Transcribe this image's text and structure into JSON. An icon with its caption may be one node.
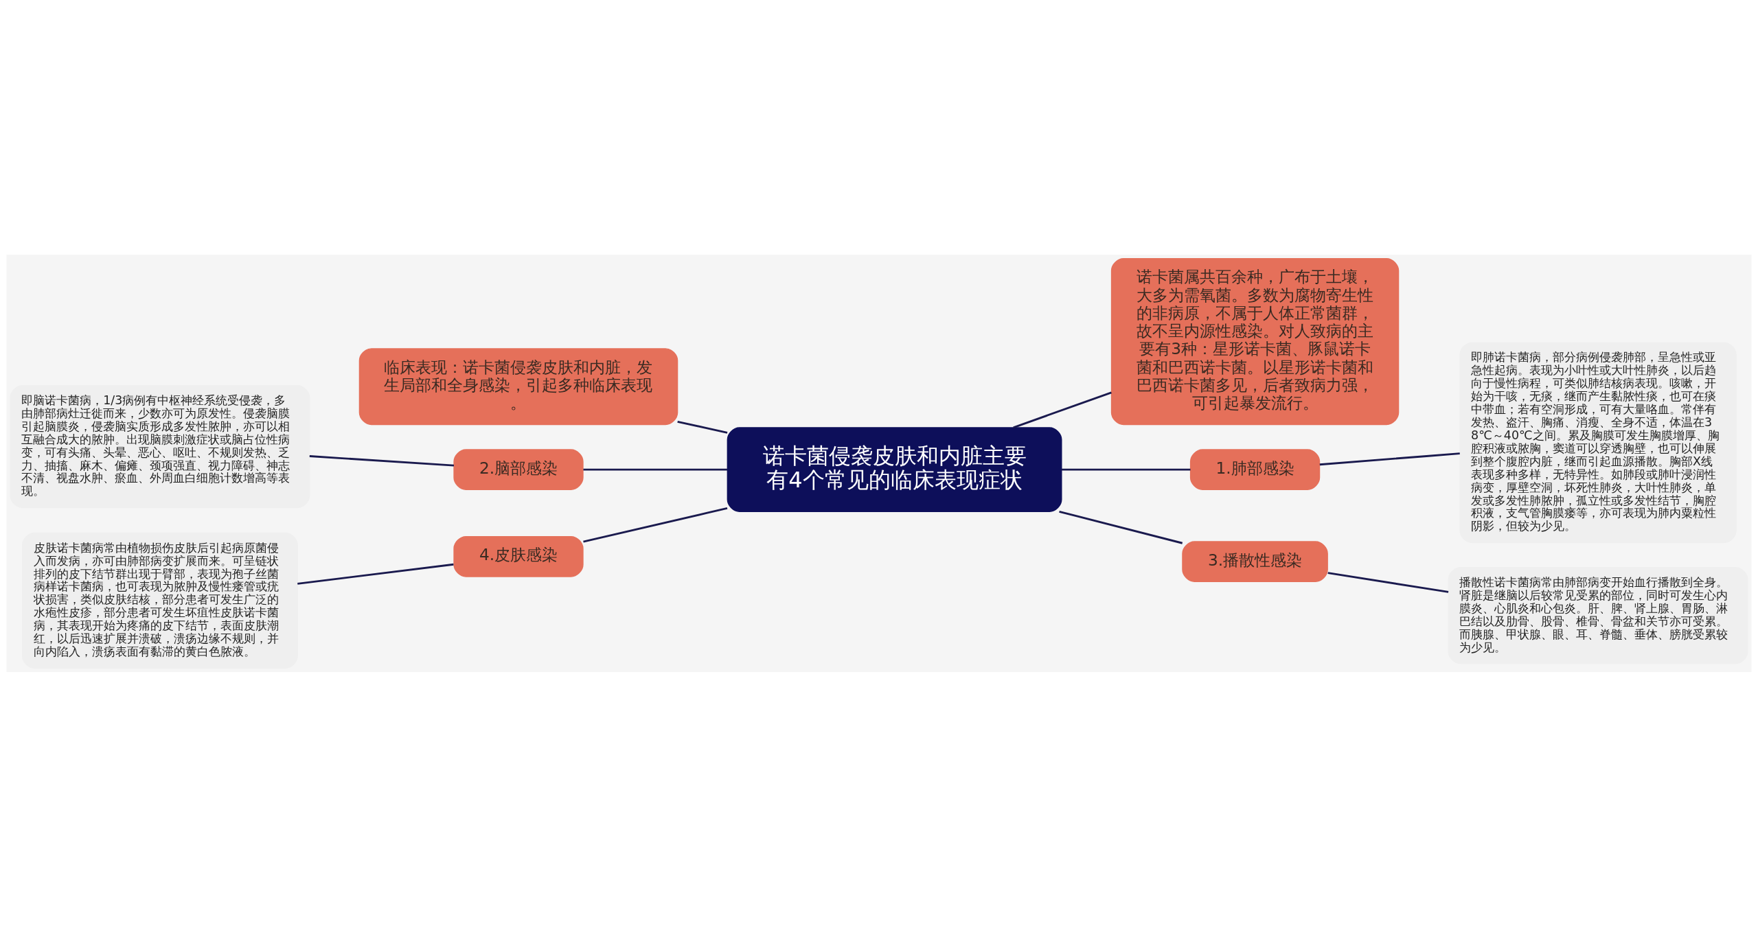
{
  "diagram": {
    "nodes": [
      {
        "text": [
          "诺卡菌侵袭皮肤和内脏主要有4个常见的临床表现症状"
        ]
      },
      {
        "text": [
          "临床表现：诺卡菌侵袭皮肤和内脏，发生局部和全身感染，引起多种临床表现。"
        ]
      },
      {
        "text": [
          "诺卡菌属共百余种，广布于土壤，大多为需氧菌。多数为腐物寄生性的非病原，不属于人体正常菌群，故不呈内源性感染。对人致病的主要有3种：星形诺卡菌、豚鼠诺卡菌和巴西诺卡菌。以星形诺卡菌和巴西诺卡菌多见，后者致病力强，可引起暴发流行。"
        ]
      },
      {
        "text": [
          "2.脑部感染"
        ]
      },
      {
        "text": [
          "即脑诺卡菌病，1/3病例有中枢神经系统受侵袭，多由肺部病灶迁徙而来，少数亦可为原发性。侵袭脑膜引起脑膜炎，侵袭脑实质形成多发性脓肿，亦可以相互融合成大的脓肿。出现脑膜刺激症状或脑占位性病变，可有头痛、头晕、恶心、呕吐、不规则发热、乏力、抽搐、麻木、偏瘫、颈项强直、视力障碍、神志不清、视盘水肿、瘀血、外周血白细胞计数增高等表现。"
        ]
      },
      {
        "text": [
          "1.肺部感染"
        ]
      },
      {
        "text": [
          "即肺诺卡菌病，部分病例侵袭肺部，呈急性或亚急性起病。表现为小叶性或大叶性肺炎，以后趋向于慢性病程，可类似肺结核病表现。咳嗽，开始为干咳，无痰，继而产生黏脓性痰，也可在痰中带血；若有空洞形成，可有大量咯血。常伴有发热、盗汗、胸痛、消瘦、全身不适，体温在38℃～40℃之间。累及胸膜可发生胸膜增厚、胸腔积液或脓胸，窦道可以穿透胸壁，也可以伸展到整个腹腔内脏，继而引起血源播散。胸部X线表现多种多样，无特异性。如肺段或肺叶浸润性病变，厚壁空洞，坏死性肺炎，大叶性肺炎，单发或多发性肺脓肿，孤立性或多发性结节，胸腔积液，支气管胸膜瘘等，亦可表现为肺内粟粒性阴影，但较为少见。"
        ]
      },
      {
        "text": [
          "4.皮肤感染"
        ]
      },
      {
        "text": [
          "皮肤诺卡菌病常由植物损伤皮肤后引起病原菌侵入而发病，亦可由肺部病变扩展而来。可呈链状排列的皮下结节群出现于臂部，表现为孢子丝菌病样诺卡菌病，也可表现为脓肿及慢性瘘管或疣状损害，类似皮肤结核，部分患者可发生广泛的水疱性皮疹，部分患者可发生坏疽性皮肤诺卡菌病，其表现开始为疼痛的皮下结节，表面皮肤潮红，以后迅速扩展并溃破，溃疡边缘不规则，并向内陷入，溃疡表面有黏滞的黄白色脓液。"
        ]
      },
      {
        "text": [
          "3.播散性感染"
        ]
      },
      {
        "text": [
          "播散性诺卡菌病常由肺部病变开始血行播散到全身。肾脏是继脑以后较常见受累的部位，同时可发生心内膜炎、心肌炎和心包炎。肝、脾、肾上腺、胃肠、淋巴结以及肋骨、股骨、椎骨、骨盆和关节亦可受累。而胰腺、甲状腺、眼、耳、脊髓、垂体、膀胱受累较为少见。"
        ]
      }
    ],
    "edges": [
      {
        "from": 0,
        "to": 1,
        "arrow": "none"
      },
      {
        "from": 0,
        "to": 2,
        "arrow": "none"
      },
      {
        "from": 0,
        "to": 3,
        "arrow": "none"
      },
      {
        "from": 3,
        "to": 4,
        "arrow": "none"
      },
      {
        "from": 0,
        "to": 5,
        "arrow": "none"
      },
      {
        "from": 5,
        "to": 6,
        "arrow": "none"
      },
      {
        "from": 0,
        "to": 7,
        "arrow": "none"
      },
      {
        "from": 7,
        "to": 8,
        "arrow": "none"
      },
      {
        "from": 0,
        "to": 9,
        "arrow": "none"
      },
      {
        "from": 9,
        "to": 10,
        "arrow": "none"
      }
    ]
  }
}
